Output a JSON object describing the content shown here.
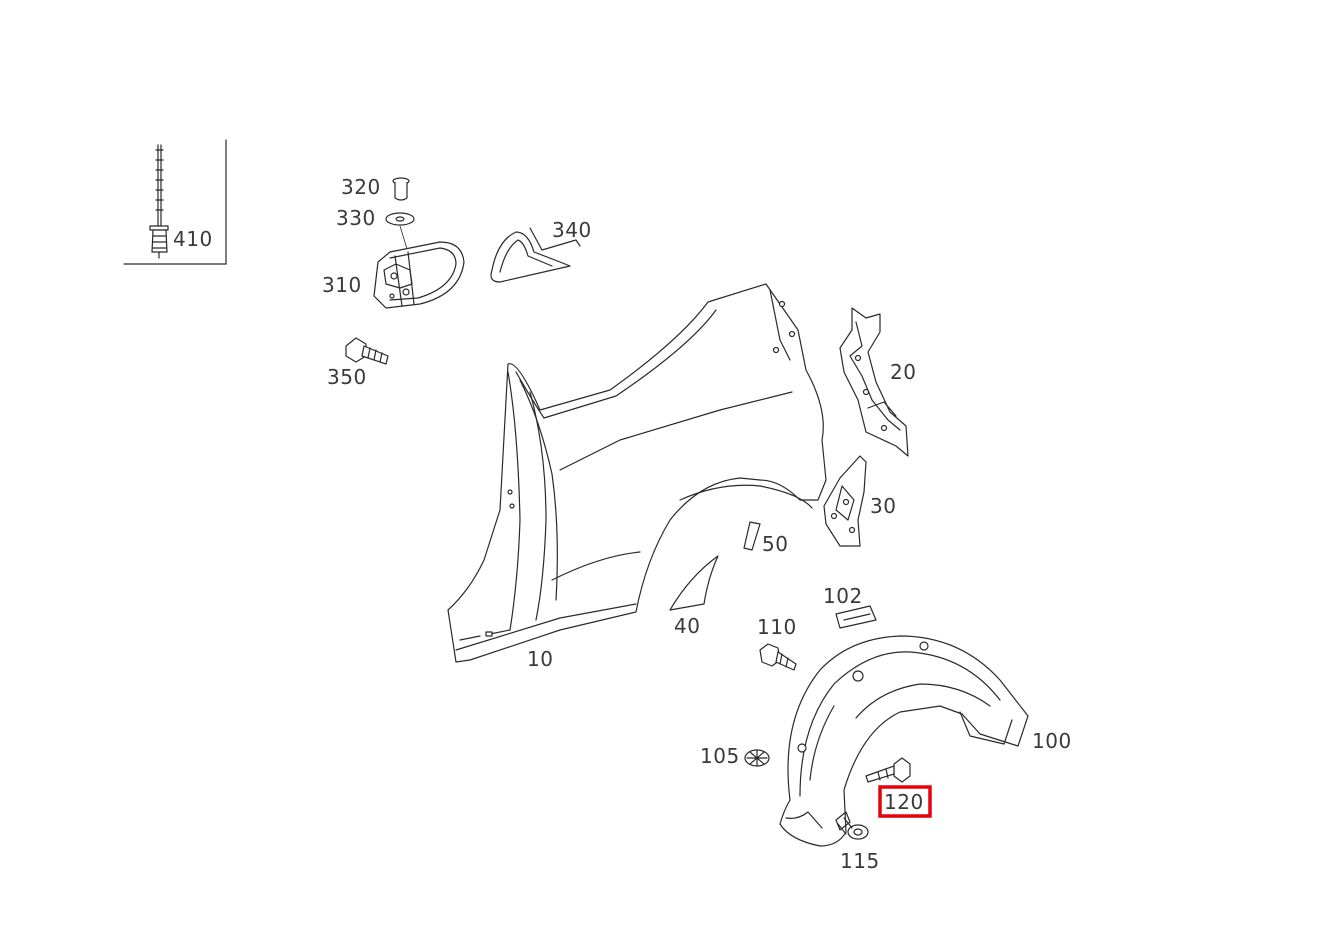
{
  "highlight_color": "#e8000d",
  "callouts": {
    "p10": "10",
    "p20": "20",
    "p30": "30",
    "p40": "40",
    "p50": "50",
    "p100": "100",
    "p102": "102",
    "p105": "105",
    "p110": "110",
    "p115": "115",
    "p120": "120",
    "p310": "310",
    "p320": "320",
    "p330": "330",
    "p340": "340",
    "p350": "350",
    "p410": "410"
  },
  "highlighted_part": "120"
}
